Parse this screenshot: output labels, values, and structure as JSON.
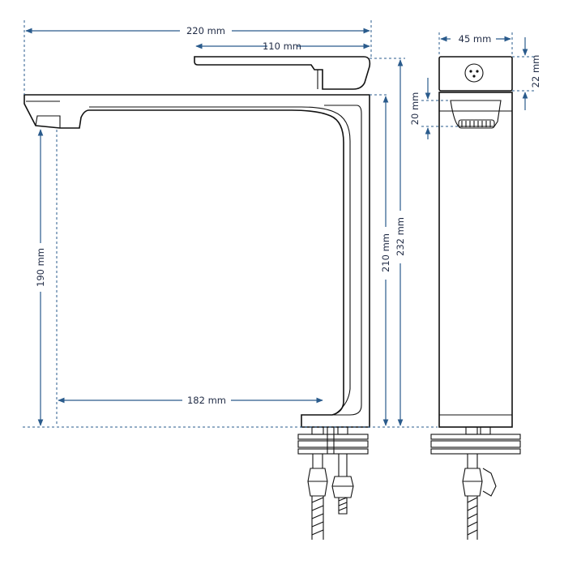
{
  "dimensions": {
    "overall_length": "220 mm",
    "lever_length": "110 mm",
    "spout_height": "190 mm",
    "body_height": "210 mm",
    "total_height": "232 mm",
    "reach": "182 mm",
    "body_width": "45 mm",
    "top_block_height": "22 mm",
    "aerator_height": "20 mm"
  },
  "colors": {
    "dimension_line": "#2a5b8c",
    "outline": "#111111",
    "text": "#1f2a44"
  }
}
